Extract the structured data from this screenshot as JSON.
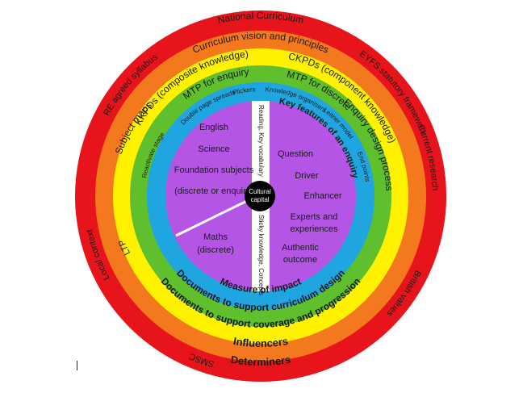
{
  "rings": {
    "red": {
      "color": "#e8141c",
      "top": "National Curriculum",
      "bottom": "Determiners",
      "left_upper": "RE agreed syllabus",
      "left_lower": "Local context",
      "right_upper": "EYFS statutory framework",
      "right_mid": "Current research",
      "right_lower": "British values",
      "bottom_left": "SMSC"
    },
    "orange": {
      "color": "#f4781e",
      "top": "Curriculum vision and principles",
      "bottom": "Influencers"
    },
    "yellow": {
      "color": "#fff200",
      "top_left": "KKPDs (composite knowledge)",
      "top_right": "CKPDs (component knowledge)",
      "bottom_outer": "Documents to support coverage and progression"
    },
    "green": {
      "color": "#5fbf2c",
      "top_left": "MTP for enquiry",
      "top_right": "MTP for discrete",
      "left": "Subject maps",
      "left_lower": "LTP",
      "right": "Enquiry design process",
      "bottom": "Documents to support curriculum design"
    },
    "blue": {
      "color": "#1fa6e0",
      "top_left": "Double page spreads",
      "top_mid": "Plickers",
      "top_right": "Knowledge organisers",
      "left": "Reactivate stage",
      "right_upper": "Leitner model",
      "right_lower": "End points",
      "bottom": "Measure of impact"
    },
    "purple": {
      "color": "#b555e6"
    }
  },
  "left_panel": {
    "items": [
      "English",
      "Science",
      "Foundation subjects",
      "(discrete or enquiry)"
    ],
    "lower": [
      "Maths",
      "(discrete)"
    ]
  },
  "divider": {
    "upper_text": "Reading, Key vocabulary",
    "lower_text": "Sticky knowledge, Concepts"
  },
  "right_panel": {
    "title": "Key features of an enquiry",
    "items": [
      "Question",
      "Driver",
      "Enhancer",
      "Experts and",
      "experiences",
      "Authentic",
      "outcome"
    ]
  },
  "center": {
    "line1": "Cultural",
    "line2": "capital"
  }
}
